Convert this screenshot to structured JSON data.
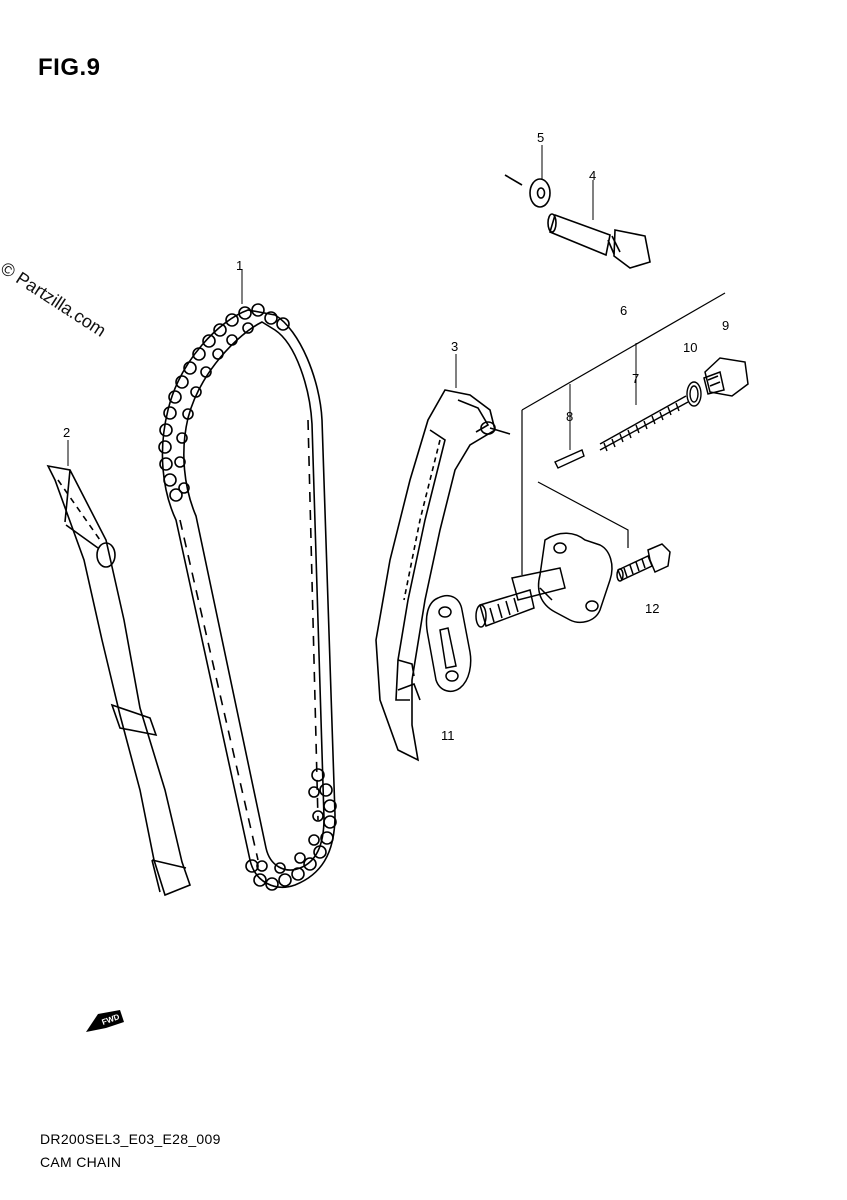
{
  "figure": {
    "title": "FIG.9",
    "watermark": "© Partzilla.com",
    "code": "DR200SEL3_E03_E28_009",
    "name": "CAM CHAIN",
    "fwd_label": "FWD"
  },
  "callouts": [
    {
      "id": "1",
      "label": "1"
    },
    {
      "id": "2",
      "label": "2"
    },
    {
      "id": "3",
      "label": "3"
    },
    {
      "id": "4",
      "label": "4"
    },
    {
      "id": "5",
      "label": "5"
    },
    {
      "id": "6",
      "label": "6"
    },
    {
      "id": "7",
      "label": "7"
    },
    {
      "id": "8",
      "label": "8"
    },
    {
      "id": "9",
      "label": "9"
    },
    {
      "id": "10",
      "label": "10"
    },
    {
      "id": "11",
      "label": "11"
    },
    {
      "id": "12",
      "label": "12"
    }
  ]
}
